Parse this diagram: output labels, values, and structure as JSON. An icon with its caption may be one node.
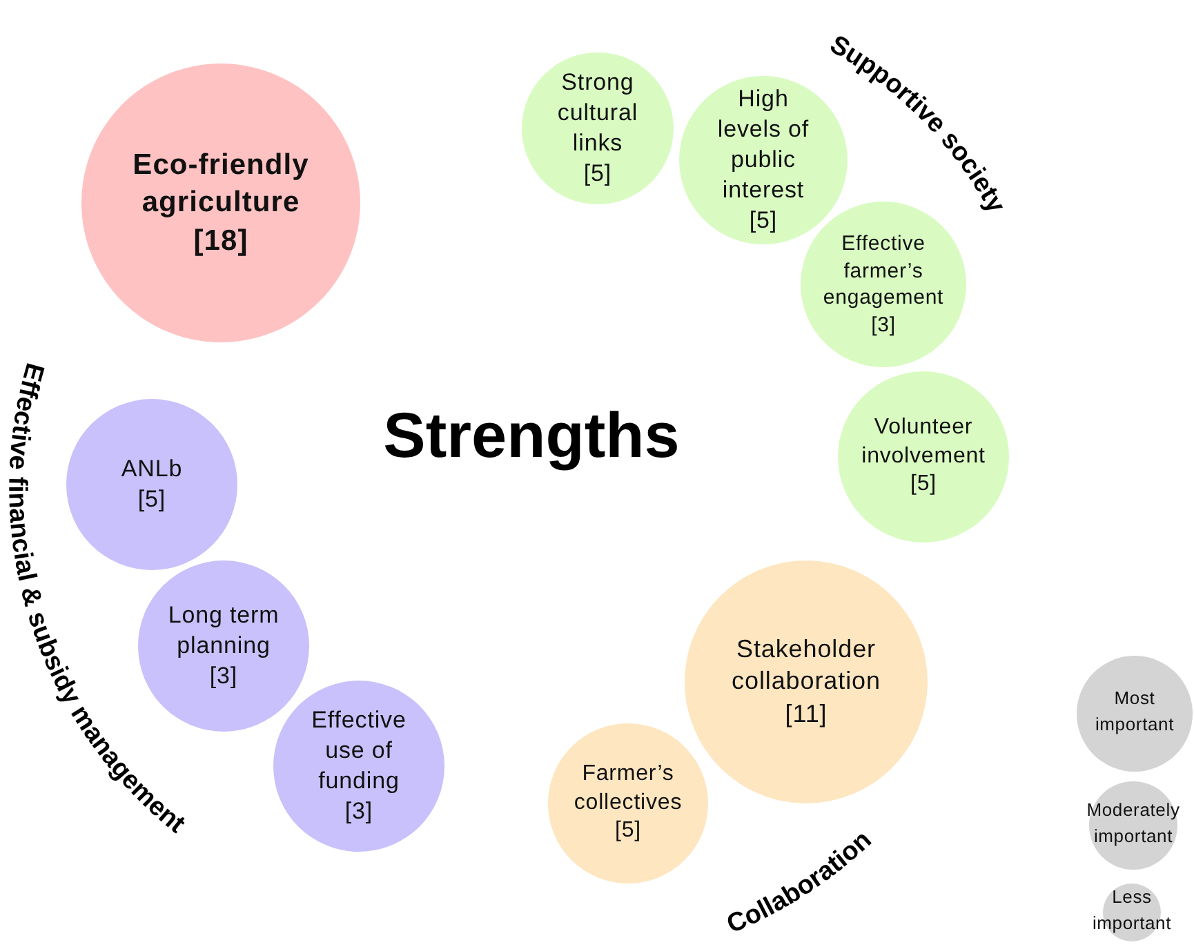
{
  "diagram": {
    "title": "Strengths",
    "nodes": [
      {
        "text": [
          "Eco-friendly agriculture",
          "[18]"
        ]
      },
      {
        "text": [
          "Strong cultural links",
          "[5]"
        ]
      },
      {
        "text": [
          "High levels of public interest",
          "[5]"
        ]
      },
      {
        "text": [
          "Effective farmer’s engagement",
          "[3]"
        ]
      },
      {
        "text": [
          "Volunteer involvement",
          "[5]"
        ]
      },
      {
        "text": [
          "ANLb",
          "[5]"
        ]
      },
      {
        "text": [
          "Long term planning",
          "[3]"
        ]
      },
      {
        "text": [
          "Effective use of funding",
          "[3]"
        ]
      },
      {
        "text": [
          "Stakeholder collaboration",
          "[11]"
        ]
      },
      {
        "text": [
          "Farmer’s collectives",
          "[5]"
        ]
      }
    ],
    "labels": [
      "Supportive society",
      "Effective financial & subsidy management",
      "Collaboration"
    ],
    "legend": [
      {
        "text": "Most important"
      },
      {
        "text": "Moderately important"
      },
      {
        "text": "Less important"
      }
    ]
  }
}
